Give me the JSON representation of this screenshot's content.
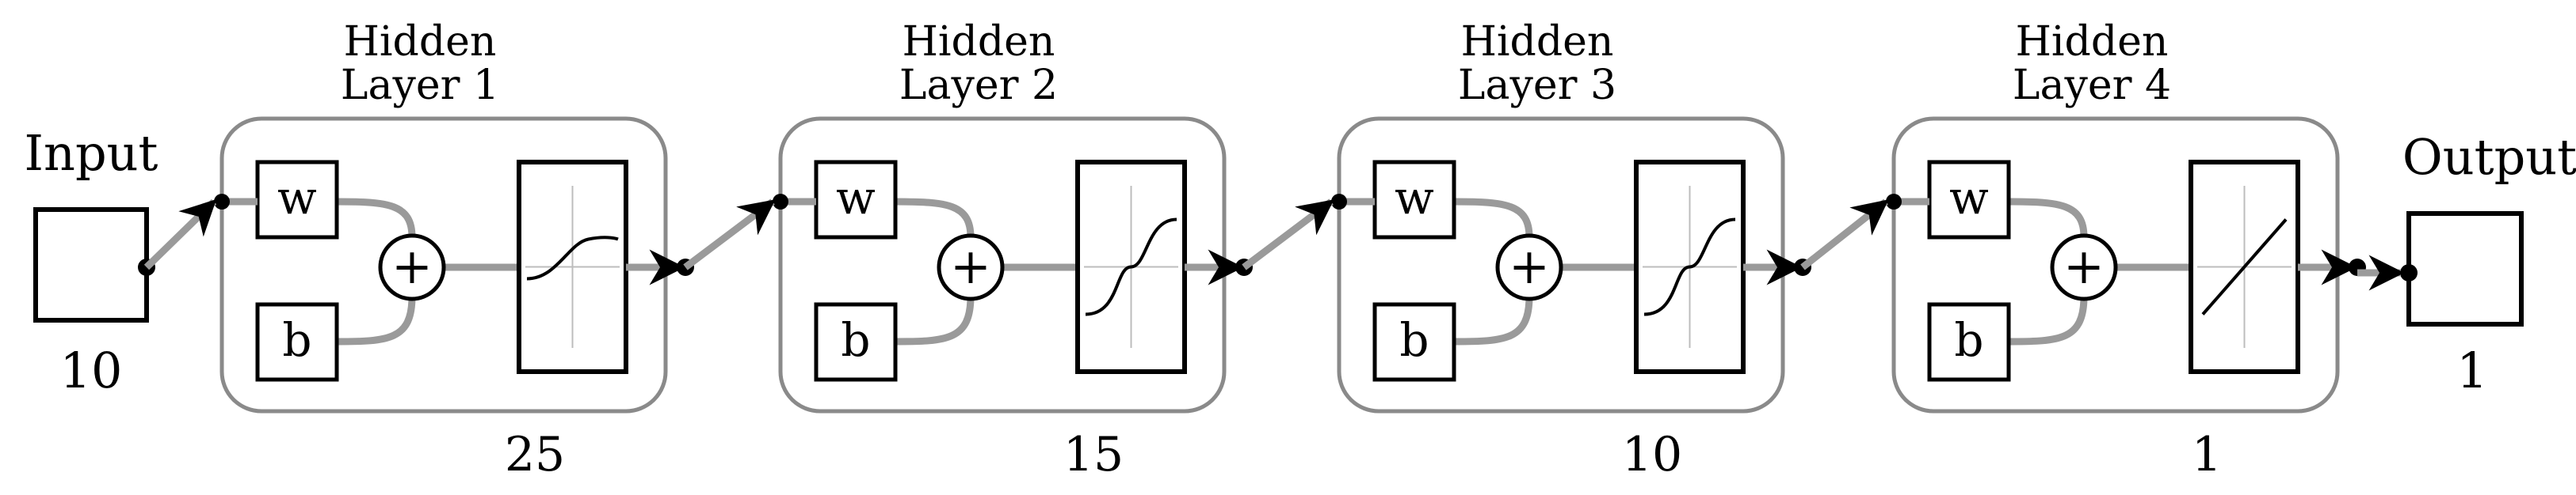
{
  "input": {
    "label": "Input",
    "size": "10"
  },
  "output": {
    "label": "Output",
    "size": "1"
  },
  "layers": [
    {
      "title_line1": "Hidden",
      "title_line2": "Layer 1",
      "weight_label": "w",
      "bias_label": "b",
      "sum_label": "+",
      "neurons": "25",
      "transfer": "sigmoid"
    },
    {
      "title_line1": "Hidden",
      "title_line2": "Layer 2",
      "weight_label": "w",
      "bias_label": "b",
      "sum_label": "+",
      "neurons": "15",
      "transfer": "tansig"
    },
    {
      "title_line1": "Hidden",
      "title_line2": "Layer 3",
      "weight_label": "w",
      "bias_label": "b",
      "sum_label": "+",
      "neurons": "10",
      "transfer": "tansig"
    },
    {
      "title_line1": "Hidden",
      "title_line2": "Layer 4",
      "weight_label": "w",
      "bias_label": "b",
      "sum_label": "+",
      "neurons": "1",
      "transfer": "linear"
    }
  ],
  "colors": {
    "stroke": "#000000",
    "connector": "#9a9a9a",
    "layer_border": "#8a8a8a",
    "axis": "#bdbdbd"
  }
}
